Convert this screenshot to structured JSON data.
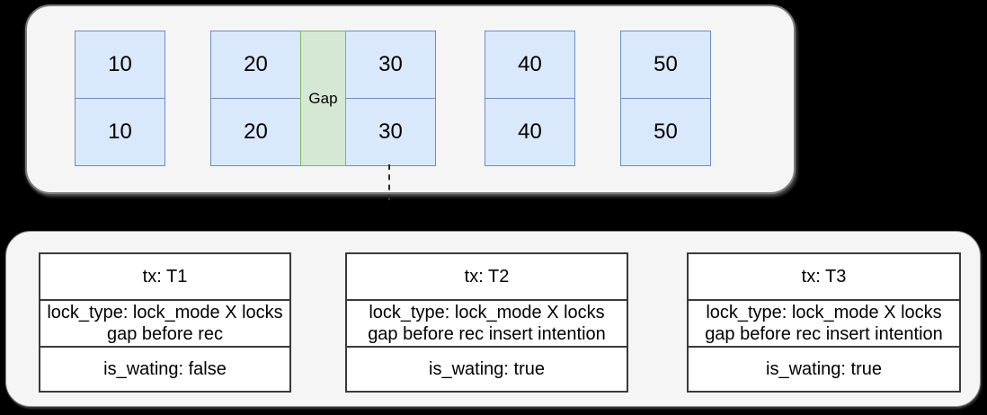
{
  "colors": {
    "background": "#000000",
    "panel_fill": "#f5f5f6",
    "panel_stroke": "#7c7c7c",
    "record_fill": "#dae8fc",
    "record_stroke": "#6c8ebf",
    "gap_fill": "#d5e8d4",
    "gap_stroke": "#82b366",
    "tx_box_stroke": "#3a3a3a",
    "text": "#000000"
  },
  "index_panel": {
    "groups": [
      {
        "type": "record-pair",
        "cells": [
          "10",
          "10"
        ]
      },
      {
        "type": "record-pair-with-gap",
        "left_cells": [
          "20",
          "20"
        ],
        "gap_label": "Gap",
        "right_cells": [
          "30",
          "30"
        ]
      },
      {
        "type": "record-pair",
        "cells": [
          "40",
          "40"
        ]
      },
      {
        "type": "record-pair",
        "cells": [
          "50",
          "50"
        ]
      }
    ]
  },
  "transactions": [
    {
      "title": "tx: T1",
      "lock_type": "lock_type: lock_mode X locks\ngap before rec",
      "is_waiting": "is_wating: false"
    },
    {
      "title": "tx: T2",
      "lock_type": "lock_type: lock_mode X locks\ngap before rec insert intention",
      "is_waiting": "is_wating: true"
    },
    {
      "title": "tx: T3",
      "lock_type": "lock_type: lock_mode X locks\ngap before rec insert intention",
      "is_waiting": "is_wating: true"
    }
  ]
}
